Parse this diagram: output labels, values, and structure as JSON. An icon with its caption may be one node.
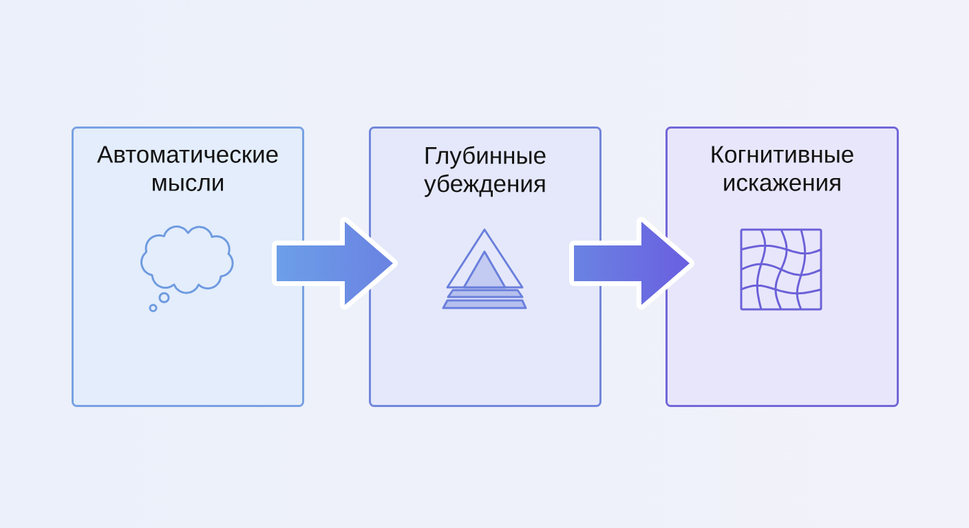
{
  "diagram": {
    "nodes": [
      {
        "text": [
          "Автоматические мысли"
        ]
      },
      {
        "text": [
          "Глубинные убеждения"
        ]
      },
      {
        "text": [
          "Когнитивные искажения"
        ]
      }
    ],
    "edges": [
      {
        "from": 0,
        "to": 1,
        "arrow": "to"
      },
      {
        "from": 1,
        "to": 2,
        "arrow": "to"
      }
    ]
  }
}
